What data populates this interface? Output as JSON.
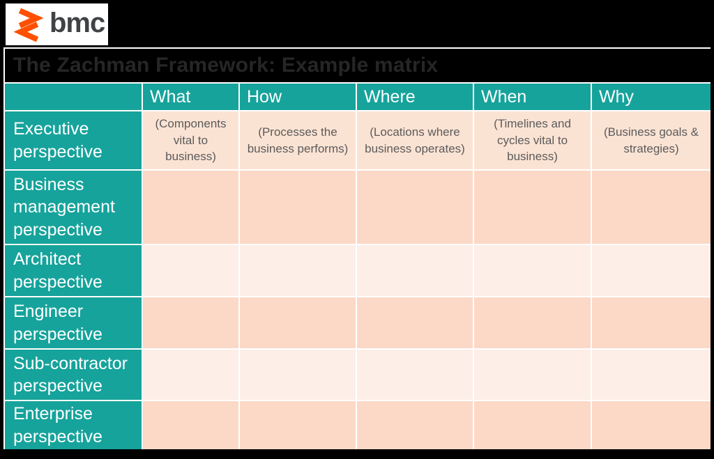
{
  "logo": {
    "brand": "bmc"
  },
  "slide": {
    "title": "The Zachman Framework: Example matrix"
  },
  "matrix": {
    "column_headers": [
      "What",
      "How",
      "Where",
      "When",
      "Why"
    ],
    "rows": [
      {
        "label": "Executive perspective",
        "cells": [
          "(Components vital to business)",
          "(Processes the business performs)",
          "(Locations where business operates)",
          "(Timelines and cycles vital to business)",
          "(Business goals & strategies)"
        ]
      },
      {
        "label": "Business management perspective",
        "cells": [
          "",
          "",
          "",
          "",
          ""
        ]
      },
      {
        "label": "Architect perspective",
        "cells": [
          "",
          "",
          "",
          "",
          ""
        ]
      },
      {
        "label": "Engineer perspective",
        "cells": [
          "",
          "",
          "",
          "",
          ""
        ]
      },
      {
        "label": "Sub-contractor perspective",
        "cells": [
          "",
          "",
          "",
          "",
          ""
        ]
      },
      {
        "label": "Enterprise perspective",
        "cells": [
          "",
          "",
          "",
          "",
          ""
        ]
      }
    ]
  },
  "colors": {
    "slide_bg": "#000000",
    "teal": "#16a39b",
    "gridline": "#ffffff",
    "title_text": "#262626",
    "desc_text": "#5b5b5b",
    "logo_orange": "#fe5000",
    "logo_text": "#3f4346",
    "row_bands": [
      "#fbe3d4",
      "#fcd8c7",
      "#fdeee7",
      "#fcd8c7",
      "#fdeee7",
      "#fcd8c7"
    ]
  }
}
